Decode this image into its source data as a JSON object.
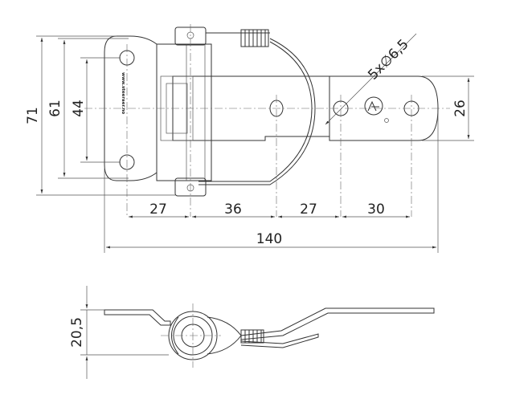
{
  "dimensions": {
    "height_71": "71",
    "height_61": "61",
    "hole_spacing_44": "44",
    "seg_27a": "27",
    "seg_36": "36",
    "seg_27b": "27",
    "seg_30": "30",
    "total_140": "140",
    "end_height_26": "26",
    "holes": "5x∅6,5",
    "side_height": "20,5"
  },
  "marking": {
    "url": "www.steeraer.no"
  },
  "colors": {
    "line": "#333333",
    "fill_light": "#ececec",
    "fill_mid": "#dcdcdc"
  }
}
